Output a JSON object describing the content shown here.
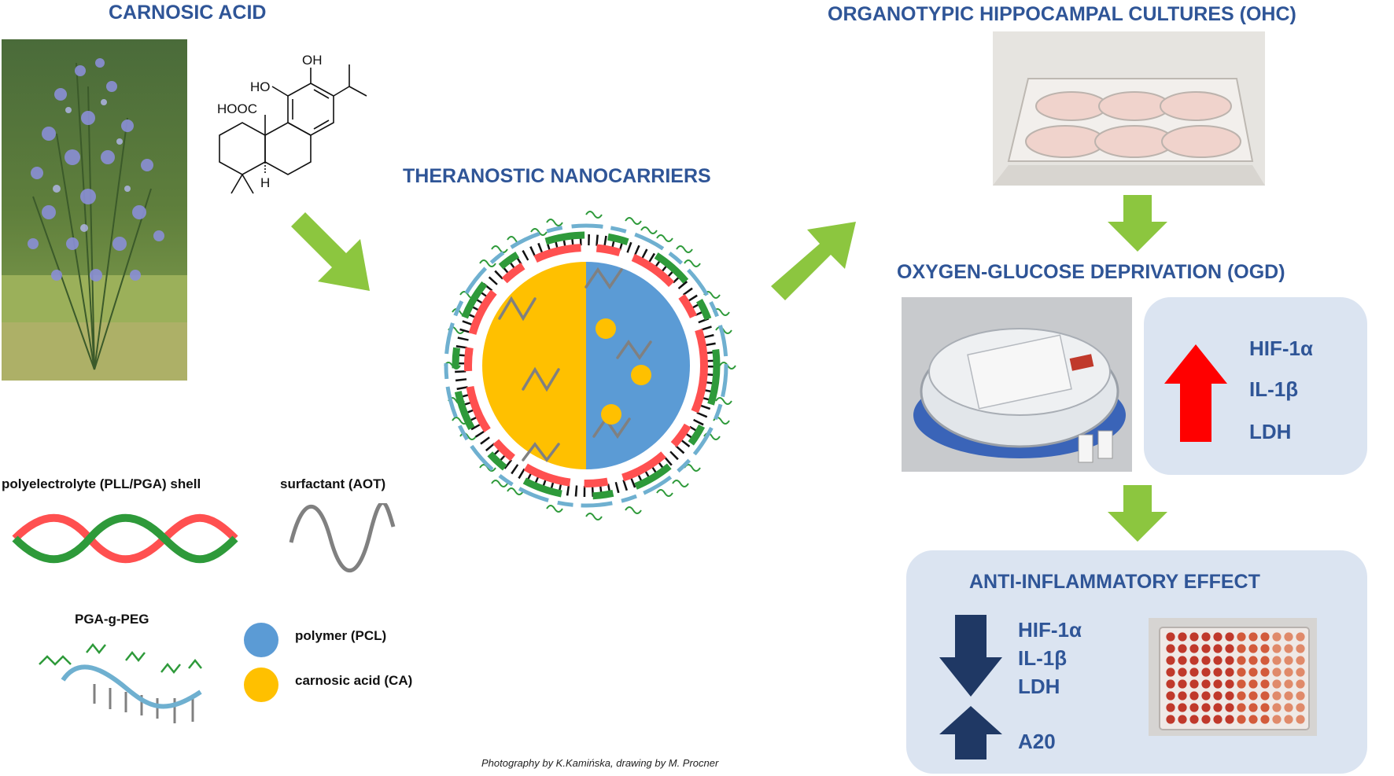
{
  "titles": {
    "carnosic_acid": "CARNOSIC ACID",
    "nanocarriers": "THERANOSTIC NANOCARRIERS",
    "ohc": "ORGANOTYPIC HIPPOCAMPAL CULTURES (OHC)",
    "ogd": "OXYGEN-GLUCOSE DEPRIVATION (OGD)",
    "anti_inflammatory": "ANTI-INFLAMMATORY EFFECT"
  },
  "molecule": {
    "oh": "OH",
    "ho": "HO",
    "hooc": "HOOC",
    "h": "H"
  },
  "legend": {
    "shell": "polyelectrolyte (PLL/PGA) shell",
    "surfactant": "surfactant (AOT)",
    "peg": "PGA-g-PEG",
    "polymer": "polymer (PCL)",
    "ca": "carnosic acid (CA)"
  },
  "ogd_markers": [
    "HIF-1α",
    "IL-1β",
    "LDH"
  ],
  "effect_down": [
    "HIF-1α",
    "IL-1β",
    "LDH"
  ],
  "effect_up": [
    "A20"
  ],
  "credit": "Photography by K.Kamińska, drawing by M. Procner",
  "colors": {
    "title_blue": "#2f5597",
    "arrow_green": "#8cc63f",
    "arrow_red": "#ff0000",
    "arrow_navy": "#1f3864",
    "panel": "#dbe4f1",
    "polymer_blue": "#5b9bd5",
    "ca_yellow": "#ffc000",
    "strand_red": "#ff5050",
    "strand_green": "#2e9a3a",
    "peg_blue": "#6fb0d0"
  }
}
